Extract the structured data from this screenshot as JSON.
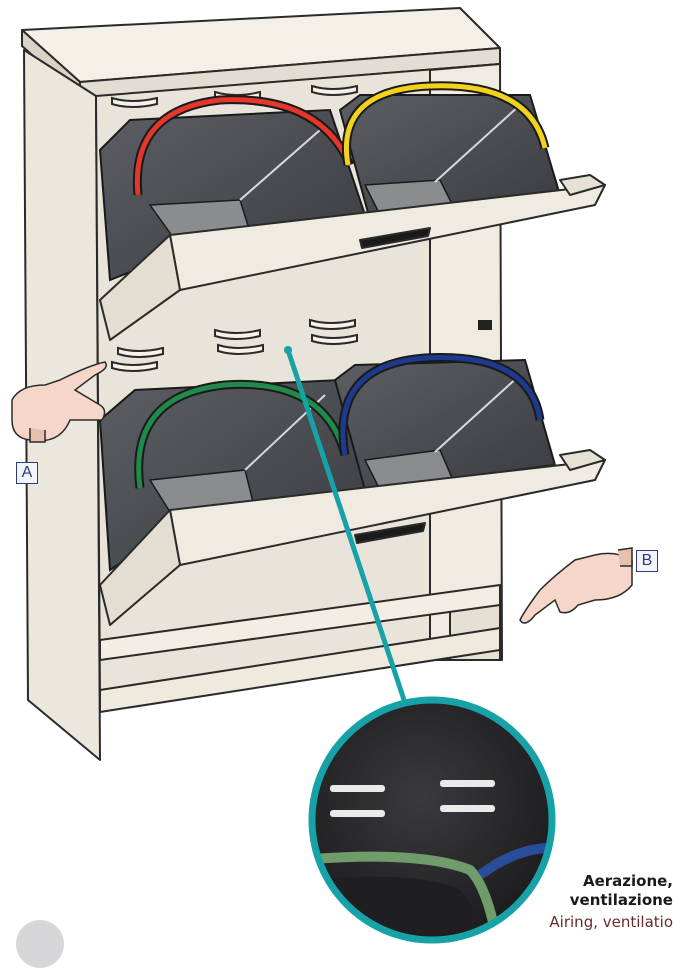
{
  "callouts": {
    "a": "A",
    "b": "B"
  },
  "caption": {
    "italian_line1": "Aerazione,",
    "italian_line2": "ventilazione",
    "english": "Airing, ventilatio"
  },
  "colors": {
    "bin_handle_red": "#e4362b",
    "bin_handle_yellow": "#f2d21a",
    "bin_handle_green": "#1f8a4a",
    "bin_handle_blue": "#1e3a8f",
    "zoom_ring": "#17a2a8",
    "cabinet": "#f0ebe1"
  }
}
